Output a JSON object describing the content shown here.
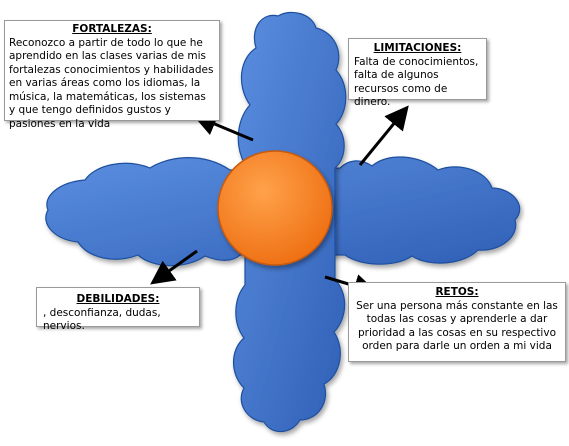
{
  "fortalezas": {
    "title": "FORTALEZAS:",
    "text": "Reconozco a partir de todo lo  que he aprendido en las clases varias de mis fortalezas conocimientos y habilidades en varias áreas como los idiomas, la música, la matemáticas, los sistemas y que tengo definidos gustos y pasiones en la vida"
  },
  "limitaciones": {
    "title": "LIMITACIONES:",
    "text": "Falta de conocimientos, falta de algunos recursos como de dinero."
  },
  "debilidades": {
    "title": "DEBILIDADES:",
    "text": ", desconfianza, dudas, nervios."
  },
  "retos": {
    "title": "RETOS:",
    "text": "Ser una persona más constante en las todas las cosas y aprenderle a dar prioridad a las cosas en su respectivo orden para darle un orden a mi vida"
  },
  "colors": {
    "petal": "#3f6fc8",
    "petal_dark": "#1f4f9e",
    "center": "#f47a1f",
    "center_dark": "#c85a08"
  }
}
